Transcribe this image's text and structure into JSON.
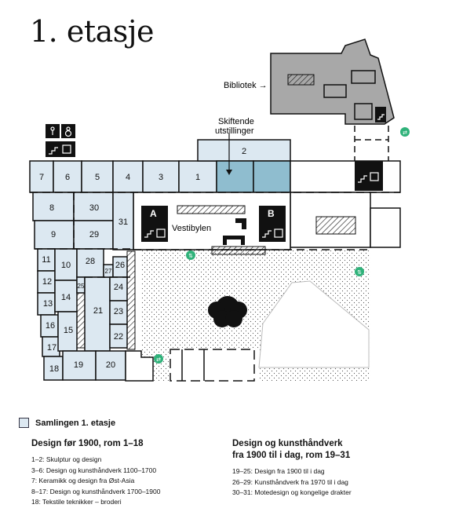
{
  "title": "1. etasje",
  "labels": {
    "library": "Bibliotek →",
    "exhibitions_line1": "Skiftende",
    "exhibitions_line2": "utstillinger",
    "vestibule": "Vestibylen",
    "stair_a": "A",
    "stair_b": "B"
  },
  "rooms": [
    "1",
    "2",
    "3",
    "4",
    "5",
    "6",
    "7",
    "8",
    "9",
    "10",
    "11",
    "12",
    "13",
    "14",
    "15",
    "16",
    "17",
    "18",
    "19",
    "20",
    "21",
    "22",
    "23",
    "24",
    "25",
    "26",
    "27",
    "28",
    "29",
    "30",
    "31"
  ],
  "legend": {
    "key_label": "Samlingen 1. etasje",
    "colors": {
      "collection": "#dce8f1",
      "exhibition": "#8fbdcf",
      "library": "#a8a8a8",
      "accent": "#2fb27a"
    },
    "sections": [
      {
        "heading": "Design før 1900, rom 1–18",
        "items": [
          "1–2: Skulptur og design",
          "3–6: Design og kunsthåndverk 1100–1700",
          "7: Keramikk og design fra Øst-Asia",
          "8–17: Design og kunsthåndverk 1700–1900",
          "18: Tekstile teknikker – broderi"
        ]
      },
      {
        "heading_line1": "Design og kunsthåndverk",
        "heading_line2": "fra 1900 til i dag, rom 19–31",
        "items": [
          "19–25: Design fra 1900 til i dag",
          "26–29: Kunsthåndverk fra 1970 til i dag",
          "30–31: Motedesign og kongelige drakter"
        ]
      }
    ]
  }
}
